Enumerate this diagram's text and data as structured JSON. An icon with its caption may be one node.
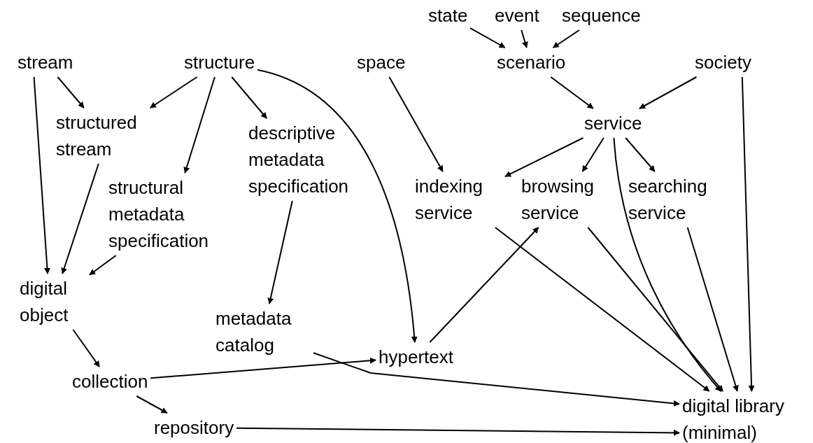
{
  "diagram": {
    "nodes": [
      {
        "text": [
          "state"
        ]
      },
      {
        "text": [
          "event"
        ]
      },
      {
        "text": [
          "sequence"
        ]
      },
      {
        "text": [
          "stream"
        ]
      },
      {
        "text": [
          "structure"
        ]
      },
      {
        "text": [
          "space"
        ]
      },
      {
        "text": [
          "scenario"
        ]
      },
      {
        "text": [
          "society"
        ]
      },
      {
        "text": [
          "service"
        ]
      },
      {
        "text": [
          "structured stream"
        ]
      },
      {
        "text": [
          "descriptive metadata specification"
        ]
      },
      {
        "text": [
          "indexing service"
        ]
      },
      {
        "text": [
          "browsing service"
        ]
      },
      {
        "text": [
          "searching service"
        ]
      },
      {
        "text": [
          "structural metadata specification"
        ]
      },
      {
        "text": [
          "digital object"
        ]
      },
      {
        "text": [
          "metadata catalog"
        ]
      },
      {
        "text": [
          "hypertext"
        ]
      },
      {
        "text": [
          "collection"
        ]
      },
      {
        "text": [
          "digital library (minimal)"
        ]
      },
      {
        "text": [
          "repository"
        ]
      }
    ],
    "edges": [
      {
        "from": 0,
        "to": 6,
        "arrow": "to"
      },
      {
        "from": 1,
        "to": 6,
        "arrow": "to"
      },
      {
        "from": 2,
        "to": 6,
        "arrow": "to"
      },
      {
        "from": 3,
        "to": 9,
        "arrow": "to"
      },
      {
        "from": 3,
        "to": 15,
        "arrow": "to"
      },
      {
        "from": 4,
        "to": 9,
        "arrow": "to"
      },
      {
        "from": 4,
        "to": 14,
        "arrow": "to"
      },
      {
        "from": 4,
        "to": 10,
        "arrow": "to"
      },
      {
        "from": 4,
        "to": 17,
        "arrow": "to"
      },
      {
        "from": 5,
        "to": 11,
        "arrow": "to"
      },
      {
        "from": 6,
        "to": 8,
        "arrow": "to"
      },
      {
        "from": 7,
        "to": 8,
        "arrow": "to"
      },
      {
        "from": 7,
        "to": 19,
        "arrow": "to"
      },
      {
        "from": 8,
        "to": 11,
        "arrow": "to"
      },
      {
        "from": 8,
        "to": 12,
        "arrow": "to"
      },
      {
        "from": 8,
        "to": 13,
        "arrow": "to"
      },
      {
        "from": 8,
        "to": 19,
        "arrow": "to"
      },
      {
        "from": 9,
        "to": 15,
        "arrow": "to"
      },
      {
        "from": 14,
        "to": 15,
        "arrow": "to"
      },
      {
        "from": 10,
        "to": 16,
        "arrow": "to"
      },
      {
        "from": 11,
        "to": 19,
        "arrow": "to"
      },
      {
        "from": 12,
        "to": 19,
        "arrow": "to"
      },
      {
        "from": 13,
        "to": 19,
        "arrow": "to"
      },
      {
        "from": 17,
        "to": 12,
        "arrow": "to"
      },
      {
        "from": 15,
        "to": 18,
        "arrow": "to"
      },
      {
        "from": 18,
        "to": 17,
        "arrow": "to"
      },
      {
        "from": 16,
        "to": 19,
        "arrow": "to"
      },
      {
        "from": 18,
        "to": 20,
        "arrow": "to"
      },
      {
        "from": 20,
        "to": 19,
        "arrow": "to"
      }
    ]
  }
}
